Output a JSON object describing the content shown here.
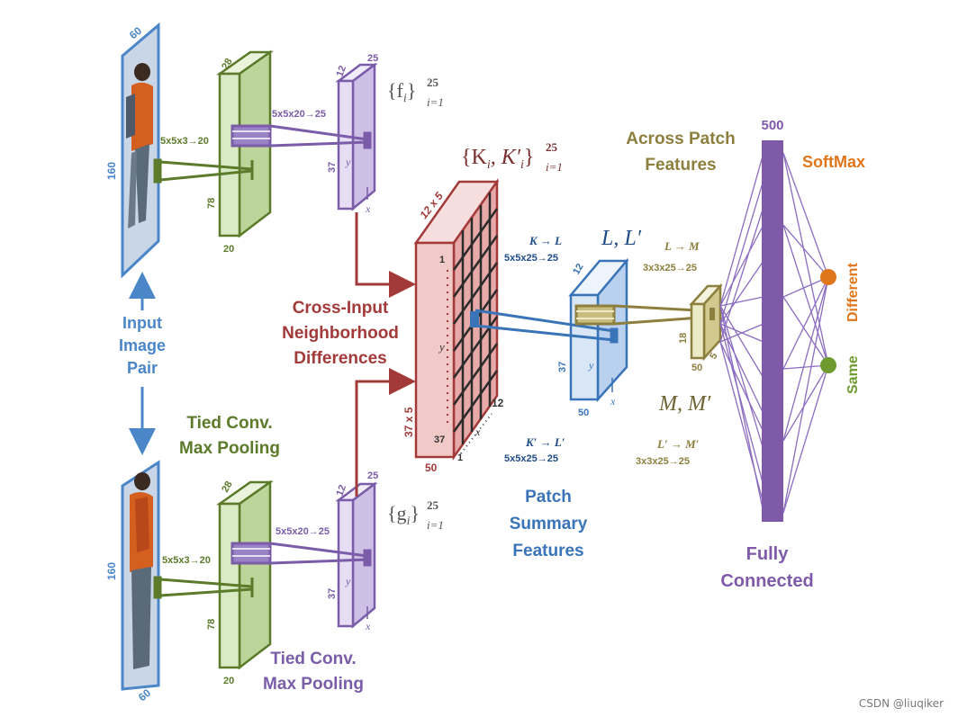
{
  "colors": {
    "input_blue": "#4a86c8",
    "conv_green_fill": "#d9ebc4",
    "conv_green_stroke": "#5b7a2a",
    "feature_purple_fill": "#e6def4",
    "feature_purple_stroke": "#7a5ca8",
    "diff_red_fill": "#f2c9c9",
    "diff_red_stroke": "#a23a3a",
    "patch_blue_fill": "#d8e6f6",
    "patch_blue_stroke": "#3a74b8",
    "across_tan_fill": "#ecebc8",
    "across_tan_stroke": "#8d7f3e",
    "fc_purple": "#7f5aa8",
    "softmax_orange": "#e0761c",
    "same_green": "#6f9a2f"
  },
  "input": {
    "pair_label_lines": [
      "Input",
      "Image",
      "Pair"
    ],
    "top_dims": {
      "width": "60",
      "height": "160"
    },
    "bottom_dims": {
      "width": "60",
      "height": "160"
    }
  },
  "tied_conv": {
    "label_top_lines": [
      "Tied Conv.",
      "Max Pooling"
    ],
    "label_bottom_lines": [
      "Tied Conv.",
      "Max Pooling"
    ],
    "top_kernel": "5x5x3→20",
    "bottom_kernel": "5x5x3→20",
    "dims": {
      "depth": "28",
      "height": "78",
      "width": "20"
    }
  },
  "second_conv": {
    "top_kernel": "5x5x20→25",
    "bottom_kernel": "5x5x20→25",
    "dims": {
      "width": "12",
      "depth": "25",
      "height": "37"
    },
    "axis_x": "x",
    "axis_y": "y",
    "top_set_label": "{f",
    "top_set_sub": "i",
    "top_set_close": "}",
    "top_set_sup": "25",
    "top_set_lower": "i=1",
    "bottom_set_label": "{g",
    "bottom_set_sub": "i",
    "bottom_set_close": "}",
    "bottom_set_sup": "25",
    "bottom_set_lower": "i=1"
  },
  "neighborhood": {
    "label_lines": [
      "Cross-Input",
      "Neighborhood",
      "Differences"
    ],
    "set_label": "{K",
    "set_sub": "i",
    "set_mid": ", K′",
    "set_sub2": "i",
    "set_close": "}",
    "set_sup": "25",
    "set_lower": "i=1",
    "top_dim": "12 x 5",
    "side_dim": "37 x 5",
    "bottom_dim": "50",
    "right_dim": "12",
    "row_first": "1",
    "row_y": "y",
    "row_last": "37",
    "col_first": "1",
    "col_x": "x"
  },
  "patch_summary": {
    "label_lines": [
      "Patch",
      "Summary",
      "Features"
    ],
    "top_map": "K → L",
    "top_kernel": "5x5x25→25",
    "bottom_map": "K′ → L′",
    "bottom_kernel": "5x5x25→25",
    "set_label": "L, L′",
    "dims": {
      "depth": "12",
      "height": "37",
      "width": "50"
    },
    "axis_x": "x",
    "axis_y": "y"
  },
  "across_patch": {
    "label_lines": [
      "Across Patch",
      "Features"
    ],
    "top_map": "L → M",
    "top_kernel": "3x3x25→25",
    "bottom_map": "L′ → M′",
    "bottom_kernel": "3x3x25→25",
    "set_label": "M, M′",
    "dims": {
      "height": "18",
      "width": "50",
      "depth": "5"
    }
  },
  "fully_connected": {
    "size": "500",
    "label_lines": [
      "Fully",
      "Connected"
    ]
  },
  "softmax": {
    "label": "SoftMax",
    "out_different": "Different",
    "out_same": "Same"
  },
  "watermark": "CSDN @liuqiker"
}
